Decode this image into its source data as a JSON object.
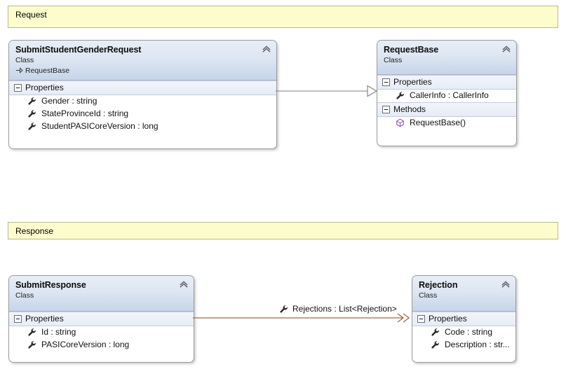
{
  "diagram": {
    "type": "uml-class-diagram",
    "colors": {
      "comment_band_fill": "#fcfccd",
      "comment_band_border": "#b9b98e",
      "class_border": "#9a9a9a",
      "class_header_gradient_top": "#e8eef7",
      "class_header_gradient_bottom": "#c7d5ea",
      "compartment_fill": "#eaf0f8",
      "inheritance_line": "#808080",
      "association_line": "#9c6b42",
      "method_icon": "#8a56b0",
      "wrench_icon": "#2b2b2b"
    },
    "comments": [
      {
        "id": "request-comment",
        "text": "Request"
      },
      {
        "id": "response-comment",
        "text": "Response"
      }
    ],
    "classes": [
      {
        "id": "submit-student-gender-request",
        "name": "SubmitStudentGenderRequest",
        "stereotype": "Class",
        "base_class": "RequestBase",
        "compartments": [
          {
            "name": "Properties",
            "expander": "minus",
            "members": [
              {
                "icon": "wrench-icon",
                "text": "Gender : string"
              },
              {
                "icon": "wrench-icon",
                "text": "StateProvinceId : string"
              },
              {
                "icon": "wrench-icon",
                "text": "StudentPASICoreVersion : long"
              }
            ]
          }
        ]
      },
      {
        "id": "request-base",
        "name": "RequestBase",
        "stereotype": "Class",
        "base_class": null,
        "compartments": [
          {
            "name": "Properties",
            "expander": "minus",
            "members": [
              {
                "icon": "wrench-icon",
                "text": "CallerInfo : CallerInfo"
              }
            ]
          },
          {
            "name": "Methods",
            "expander": "minus",
            "members": [
              {
                "icon": "method-icon",
                "text": "RequestBase()"
              }
            ]
          }
        ]
      },
      {
        "id": "submit-response",
        "name": "SubmitResponse",
        "stereotype": "Class",
        "base_class": null,
        "compartments": [
          {
            "name": "Properties",
            "expander": "minus",
            "members": [
              {
                "icon": "wrench-icon",
                "text": "Id : string"
              },
              {
                "icon": "wrench-icon",
                "text": "PASICoreVersion : long"
              }
            ]
          }
        ]
      },
      {
        "id": "rejection",
        "name": "Rejection",
        "stereotype": "Class",
        "base_class": null,
        "compartments": [
          {
            "name": "Properties",
            "expander": "minus",
            "members": [
              {
                "icon": "wrench-icon",
                "text": "Code : string"
              },
              {
                "icon": "wrench-icon",
                "text": "Description  : str..."
              }
            ]
          }
        ]
      }
    ],
    "connectors": [
      {
        "id": "inheritance-submit-to-requestbase",
        "kind": "inheritance",
        "from": "SubmitStudentGenderRequest",
        "to": "RequestBase",
        "label": ""
      },
      {
        "id": "association-submitresponse-to-rejection",
        "kind": "association",
        "from": "SubmitResponse",
        "to": "Rejection",
        "label": "Rejections : List<Rejection>",
        "label_icon": "wrench-icon"
      }
    ]
  }
}
